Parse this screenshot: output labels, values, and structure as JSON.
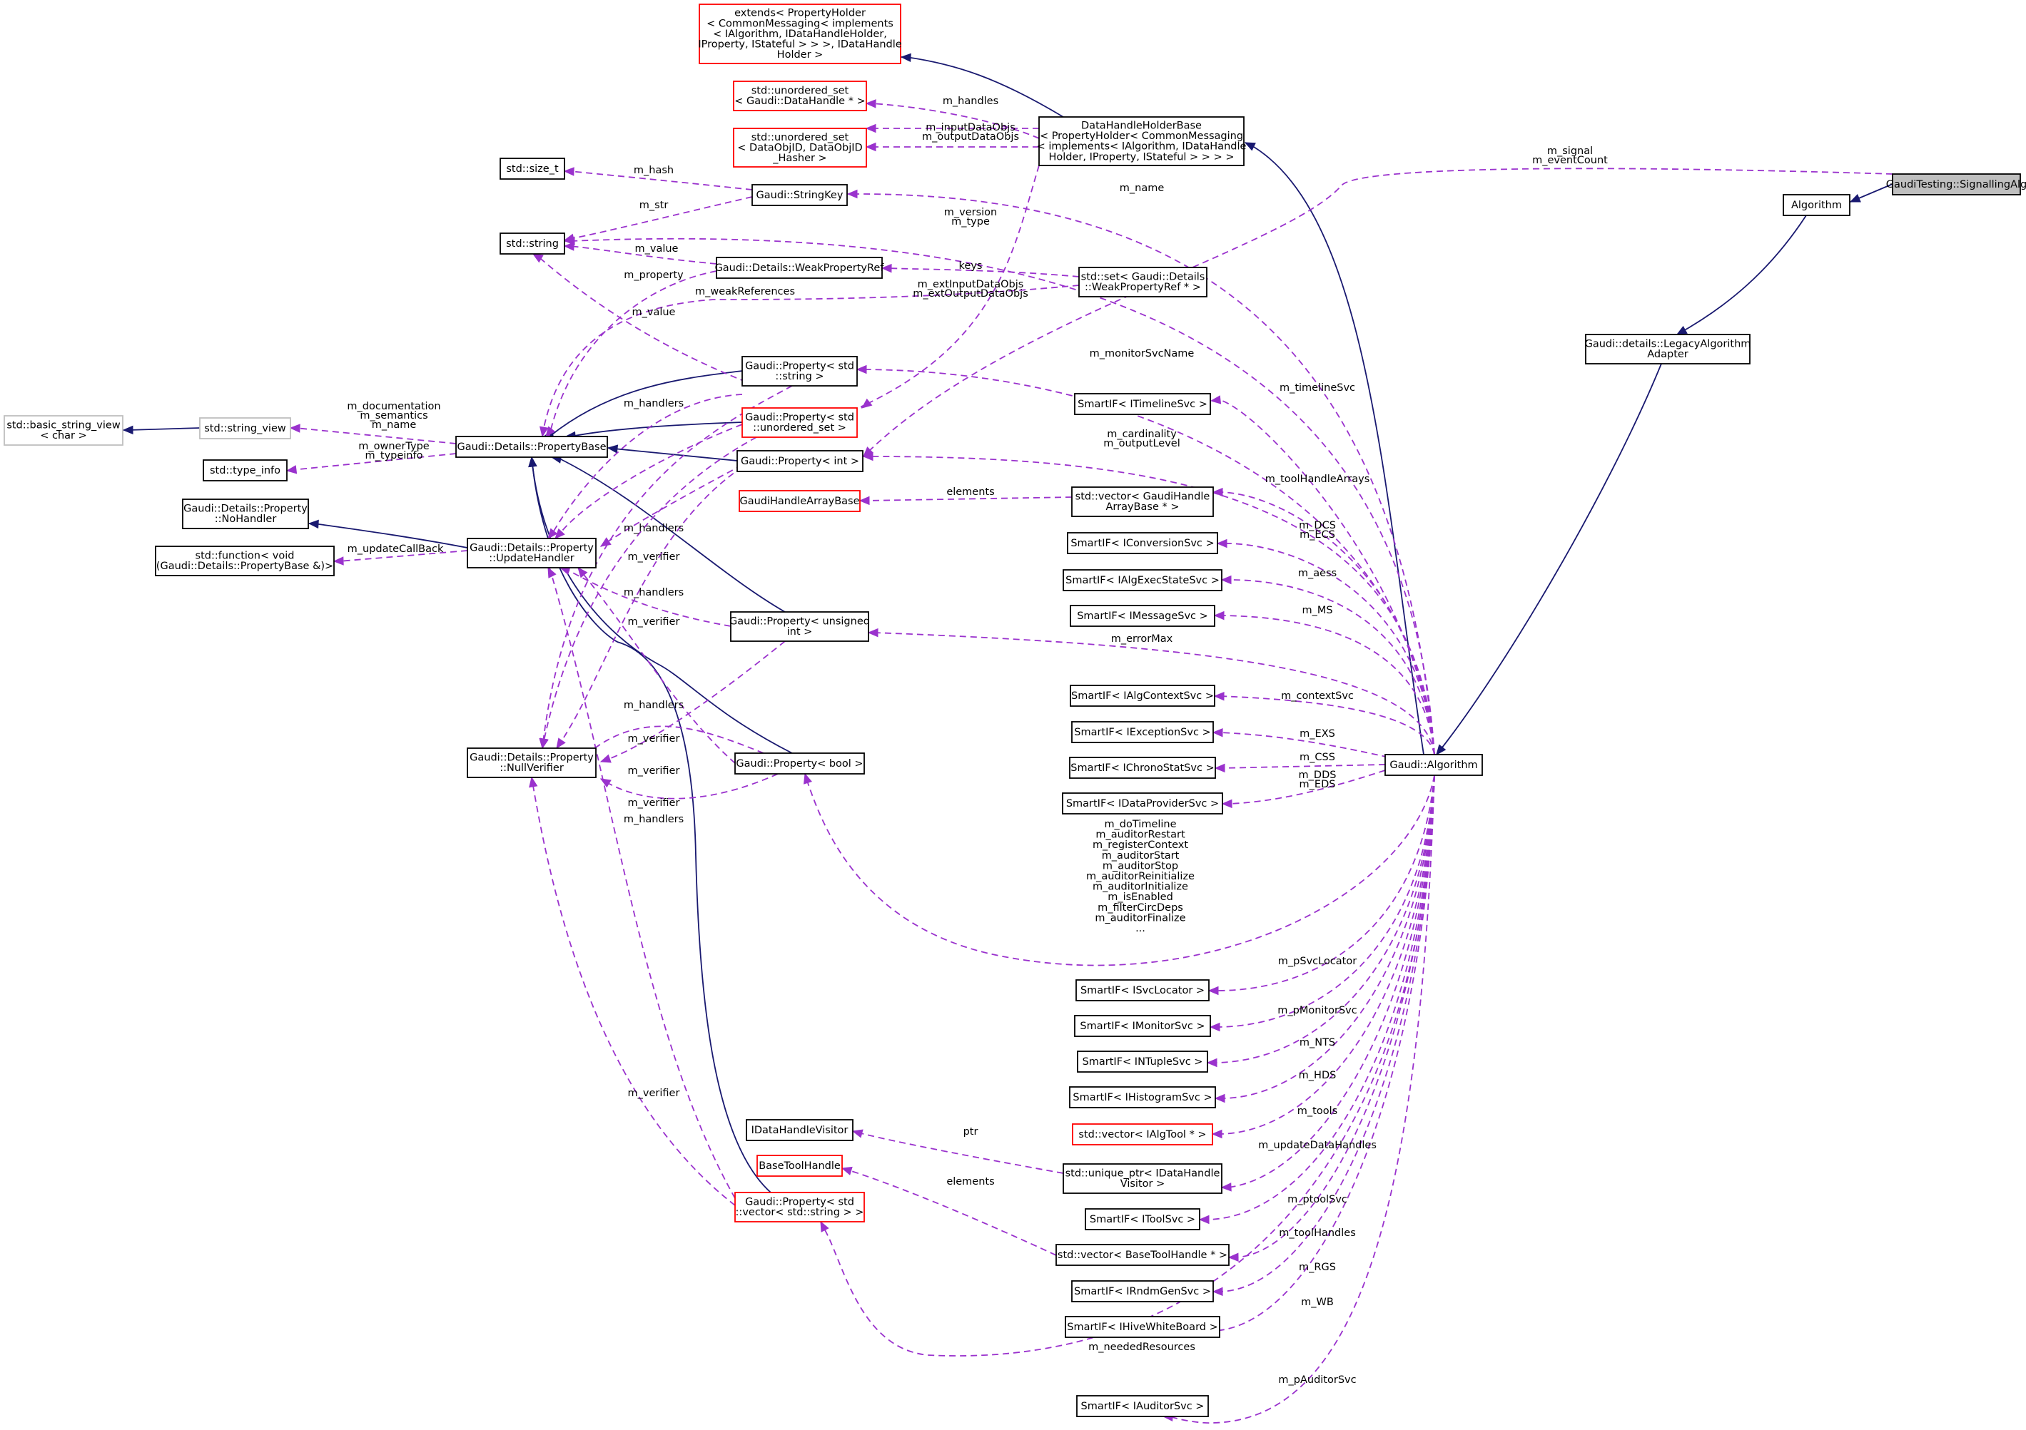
{
  "nodes": [
    {
      "id": "signalling_alg",
      "lines": [
        "GaudiTesting::SignallingAlg"
      ],
      "style": "focus",
      "interactable": true
    },
    {
      "id": "algorithm",
      "lines": [
        "Algorithm"
      ],
      "style": "normal",
      "interactable": true
    },
    {
      "id": "legacy_adapter",
      "lines": [
        "Gaudi::details::LegacyAlgorithm",
        "Adapter"
      ],
      "style": "normal",
      "interactable": true
    },
    {
      "id": "gaudi_algorithm",
      "lines": [
        "Gaudi::Algorithm"
      ],
      "style": "normal",
      "interactable": true
    },
    {
      "id": "extends_holder",
      "lines": [
        "extends< PropertyHolder",
        "< CommonMessaging< implements",
        "< IAlgorithm, IDataHandleHolder,",
        "IProperty, IStateful > > >, IDataHandle",
        "Holder >"
      ],
      "style": "red",
      "interactable": false
    },
    {
      "id": "unordered_set_handle",
      "lines": [
        "std::unordered_set",
        "< Gaudi::DataHandle * >"
      ],
      "style": "red",
      "interactable": false
    },
    {
      "id": "unordered_set_dataobj",
      "lines": [
        "std::unordered_set",
        "< DataObjID, DataObjID",
        "_Hasher >"
      ],
      "style": "red",
      "interactable": false
    },
    {
      "id": "datahandle_holder_base",
      "lines": [
        "DataHandleHolderBase",
        "< PropertyHolder< CommonMessaging",
        "< implements< IAlgorithm, IDataHandle",
        "Holder, IProperty, IStateful > > > >"
      ],
      "style": "normal",
      "interactable": true
    },
    {
      "id": "size_t",
      "lines": [
        "std::size_t"
      ],
      "style": "normal",
      "interactable": true
    },
    {
      "id": "string_key",
      "lines": [
        "Gaudi::StringKey"
      ],
      "style": "normal",
      "interactable": true
    },
    {
      "id": "std_string",
      "lines": [
        "std::string"
      ],
      "style": "normal",
      "interactable": true
    },
    {
      "id": "weak_property_ref",
      "lines": [
        "Gaudi::Details::WeakPropertyRef"
      ],
      "style": "normal",
      "interactable": true
    },
    {
      "id": "set_weak_ref",
      "lines": [
        "std::set< Gaudi::Details",
        "::WeakPropertyRef * >"
      ],
      "style": "normal",
      "interactable": true
    },
    {
      "id": "basic_string_view",
      "lines": [
        "std::basic_string_view",
        "< char >"
      ],
      "style": "grey",
      "interactable": false
    },
    {
      "id": "string_view",
      "lines": [
        "std::string_view"
      ],
      "style": "grey",
      "interactable": false
    },
    {
      "id": "property_base",
      "lines": [
        "Gaudi::Details::PropertyBase"
      ],
      "style": "normal",
      "interactable": true
    },
    {
      "id": "type_info",
      "lines": [
        "std::type_info"
      ],
      "style": "normal",
      "interactable": true
    },
    {
      "id": "prop_string",
      "lines": [
        "Gaudi::Property< std",
        "::string >"
      ],
      "style": "normal",
      "interactable": true
    },
    {
      "id": "prop_unordered_set",
      "lines": [
        "Gaudi::Property< std",
        "::unordered_set >"
      ],
      "style": "red",
      "interactable": false
    },
    {
      "id": "prop_int",
      "lines": [
        "Gaudi::Property< int >"
      ],
      "style": "normal",
      "interactable": true
    },
    {
      "id": "no_handler",
      "lines": [
        "Gaudi::Details::Property",
        "::NoHandler"
      ],
      "style": "normal",
      "interactable": true
    },
    {
      "id": "std_function",
      "lines": [
        "std::function< void",
        "(Gaudi::Details::PropertyBase &)>"
      ],
      "style": "normal",
      "interactable": true
    },
    {
      "id": "update_handler",
      "lines": [
        "Gaudi::Details::Property",
        "::UpdateHandler"
      ],
      "style": "normal",
      "interactable": true
    },
    {
      "id": "gaudi_handle_array_base",
      "lines": [
        "GaudiHandleArrayBase"
      ],
      "style": "red",
      "interactable": false
    },
    {
      "id": "prop_unsigned",
      "lines": [
        "Gaudi::Property< unsigned",
        "int >"
      ],
      "style": "normal",
      "interactable": true
    },
    {
      "id": "null_verifier",
      "lines": [
        "Gaudi::Details::Property",
        "::NullVerifier"
      ],
      "style": "normal",
      "interactable": true
    },
    {
      "id": "prop_bool",
      "lines": [
        "Gaudi::Property< bool >"
      ],
      "style": "normal",
      "interactable": true
    },
    {
      "id": "idatahandle_visitor",
      "lines": [
        "IDataHandleVisitor"
      ],
      "style": "normal",
      "interactable": true
    },
    {
      "id": "base_tool_handle",
      "lines": [
        "BaseToolHandle"
      ],
      "style": "red",
      "interactable": false
    },
    {
      "id": "prop_vector_string",
      "lines": [
        "Gaudi::Property< std",
        "::vector< std::string > >"
      ],
      "style": "red",
      "interactable": false
    },
    {
      "id": "smart_timeline",
      "lines": [
        "SmartIF< ITimelineSvc >"
      ],
      "style": "normal",
      "interactable": true
    },
    {
      "id": "vector_handle_array",
      "lines": [
        "std::vector< GaudiHandle",
        "ArrayBase * >"
      ],
      "style": "normal",
      "interactable": true
    },
    {
      "id": "smart_conversion",
      "lines": [
        "SmartIF< IConversionSvc >"
      ],
      "style": "normal",
      "interactable": true
    },
    {
      "id": "smart_algexec",
      "lines": [
        "SmartIF< IAlgExecStateSvc >"
      ],
      "style": "normal",
      "interactable": true
    },
    {
      "id": "smart_message",
      "lines": [
        "SmartIF< IMessageSvc >"
      ],
      "style": "normal",
      "interactable": true
    },
    {
      "id": "smart_algcontext",
      "lines": [
        "SmartIF< IAlgContextSvc >"
      ],
      "style": "normal",
      "interactable": true
    },
    {
      "id": "smart_exception",
      "lines": [
        "SmartIF< IExceptionSvc >"
      ],
      "style": "normal",
      "interactable": true
    },
    {
      "id": "smart_chrono",
      "lines": [
        "SmartIF< IChronoStatSvc >"
      ],
      "style": "normal",
      "interactable": true
    },
    {
      "id": "smart_dataprovider",
      "lines": [
        "SmartIF< IDataProviderSvc >"
      ],
      "style": "normal",
      "interactable": true
    },
    {
      "id": "smart_svclocator",
      "lines": [
        "SmartIF< ISvcLocator >"
      ],
      "style": "normal",
      "interactable": true
    },
    {
      "id": "smart_monitor",
      "lines": [
        "SmartIF< IMonitorSvc >"
      ],
      "style": "normal",
      "interactable": true
    },
    {
      "id": "smart_ntuple",
      "lines": [
        "SmartIF< INTupleSvc >"
      ],
      "style": "normal",
      "interactable": true
    },
    {
      "id": "smart_histogram",
      "lines": [
        "SmartIF< IHistogramSvc >"
      ],
      "style": "normal",
      "interactable": true
    },
    {
      "id": "vector_algtool",
      "lines": [
        "std::vector< IAlgTool * >"
      ],
      "style": "red",
      "interactable": false
    },
    {
      "id": "unique_ptr_visitor",
      "lines": [
        "std::unique_ptr< IDataHandle",
        "Visitor >"
      ],
      "style": "normal",
      "interactable": true
    },
    {
      "id": "smart_toolsvc",
      "lines": [
        "SmartIF< IToolSvc >"
      ],
      "style": "normal",
      "interactable": true
    },
    {
      "id": "vector_base_tool",
      "lines": [
        "std::vector< BaseToolHandle * >"
      ],
      "style": "normal",
      "interactable": true
    },
    {
      "id": "smart_rndm",
      "lines": [
        "SmartIF< IRndmGenSvc >"
      ],
      "style": "normal",
      "interactable": true
    },
    {
      "id": "smart_hive",
      "lines": [
        "SmartIF< IHiveWhiteBoard >"
      ],
      "style": "normal",
      "interactable": true
    },
    {
      "id": "smart_auditor",
      "lines": [
        "SmartIF< IAuditorSvc >"
      ],
      "style": "normal",
      "interactable": true
    }
  ],
  "edge_labels": {
    "m_handles": "m_handles",
    "m_inputdataobjs": "m_inputDataObjs",
    "m_outputdataobjs": "m_outputDataObjs",
    "m_hash": "m_hash",
    "m_str": "m_str",
    "m_signal": "m_signal",
    "m_eventcount": "m_eventCount",
    "m_name_sk": "m_name",
    "m_version": "m_version",
    "m_type": "m_type",
    "m_value_wpr": "m_value",
    "keys": "keys",
    "m_property": "m_property",
    "m_extinputdataobjs": "m_extInputDataObjs",
    "m_extoutputdataobjs": "m_extOutputDataObjs",
    "m_weakreferences": "m_weakReferences",
    "m_value_ps": "m_value",
    "m_monitorsvcname": "m_monitorSvcName",
    "m_handlers_1": "m_handlers",
    "m_documentation": "m_documentation",
    "m_semantics": "m_semantics",
    "m_name_pb": "m_name",
    "m_ownertype": "m_ownerType",
    "m_typeinfo": "m_typeinfo",
    "m_timelinesvc": "m_timelineSvc",
    "m_cardinality": "m_cardinality",
    "m_outputlevel": "m_outputLevel",
    "elements_gha": "elements",
    "m_toolhandlearrays": "m_toolHandleArrays",
    "m_updatecallback": "m_updateCallBack",
    "m_handlers_2": "m_handlers",
    "m_verifier_1": "m_verifier",
    "m_dcs": "m_DCS",
    "m_ecs": "m_ECS",
    "m_handlers_3": "m_handlers",
    "m_aess": "m_aess",
    "m_verifier_2": "m_verifier",
    "m_ms": "m_MS",
    "m_errormax": "m_errorMax",
    "m_handlers_4": "m_handlers",
    "m_contextsvc": "m_contextSvc",
    "m_verifier_3": "m_verifier",
    "m_exs": "m_EXS",
    "m_verifier_4": "m_verifier",
    "m_css": "m_CSS",
    "m_dds": "m_DDS",
    "m_eds": "m_EDS",
    "m_verifier_5": "m_verifier",
    "m_handlers_5": "m_handlers",
    "bool_members": [
      "m_doTimeline",
      "m_auditorRestart",
      "m_registerContext",
      "m_auditorStart",
      "m_auditorStop",
      "m_auditorReinitialize",
      "m_auditorInitialize",
      "m_isEnabled",
      "m_filterCircDeps",
      "m_auditorFinalize",
      "..."
    ],
    "m_psvclocator": "m_pSvcLocator",
    "m_pmonitorsvc": "m_pMonitorSvc",
    "m_nts": "m_NTS",
    "m_hds": "m_HDS",
    "m_verifier_6": "m_verifier",
    "m_tools": "m_tools",
    "ptr": "ptr",
    "m_updatedatahandles": "m_updateDataHandles",
    "elements_bth": "elements",
    "m_ptoolsvc": "m_ptoolSvc",
    "m_toolhandles": "m_toolHandles",
    "m_rgs": "m_RGS",
    "m_wb": "m_WB",
    "m_neededresources": "m_neededResources",
    "m_pauditorsvc": "m_pAuditorSvc"
  }
}
